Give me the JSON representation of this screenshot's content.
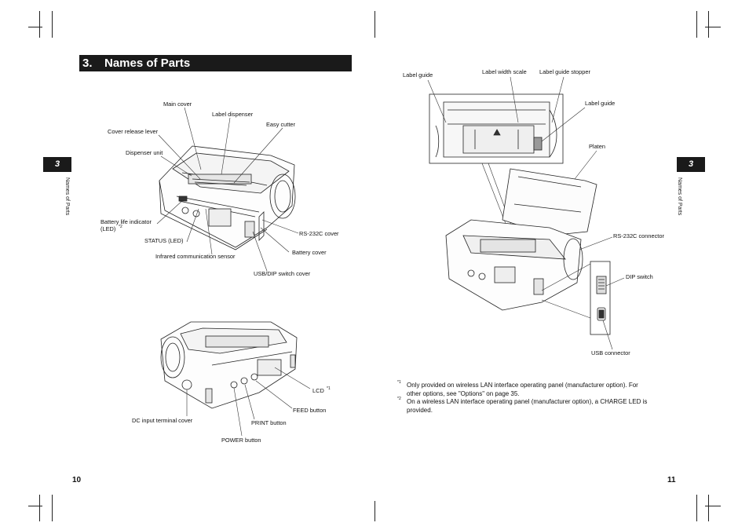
{
  "heading": {
    "number": "3.",
    "title": "Names of Parts"
  },
  "side_tab": {
    "left_number": "3",
    "right_number": "3",
    "vertical_label": "Names of Parts"
  },
  "pages": {
    "left": "10",
    "right": "11"
  },
  "labels_top_left": {
    "main_cover": "Main cover",
    "label_dispenser": "Label dispenser",
    "easy_cutter": "Easy cutter",
    "cover_release_lever": "Cover release lever",
    "dispenser_unit": "Dispenser unit",
    "battery_life_indicator_1": "Battery life indicator",
    "battery_life_indicator_2": "(LED)",
    "battery_life_indicator_mark": "*2",
    "rs232c_cover": "RS-232C cover",
    "status_led": "STATUS (LED)",
    "battery_cover": "Battery cover",
    "infrared_sensor": "Infrared communication sensor",
    "usb_dip_cover": "USB/DIP switch cover"
  },
  "labels_bottom_left": {
    "lcd": "LCD",
    "lcd_mark": "*1",
    "feed_button": "FEED button",
    "dc_input_cover": "DC input terminal cover",
    "print_button": "PRINT button",
    "power_button": "POWER button"
  },
  "labels_right": {
    "label_guide_left": "Label guide",
    "label_width_scale": "Label width scale",
    "label_guide_stopper": "Label guide stopper",
    "label_guide_right": "Label guide",
    "platen": "Platen",
    "rs232c_connector": "RS-232C connector",
    "dip_switch": "DIP switch",
    "usb_connector": "USB connector"
  },
  "footnotes": [
    {
      "mark": "*1",
      "line1": "Only provided on wireless LAN interface operating panel (manufacturer option). For",
      "line2": "other options, see \"Options\" on page 35."
    },
    {
      "mark": "*2",
      "line1": "On a wireless LAN interface operating panel (manufacturer option), a CHARGE LED is",
      "line2": "provided."
    }
  ]
}
